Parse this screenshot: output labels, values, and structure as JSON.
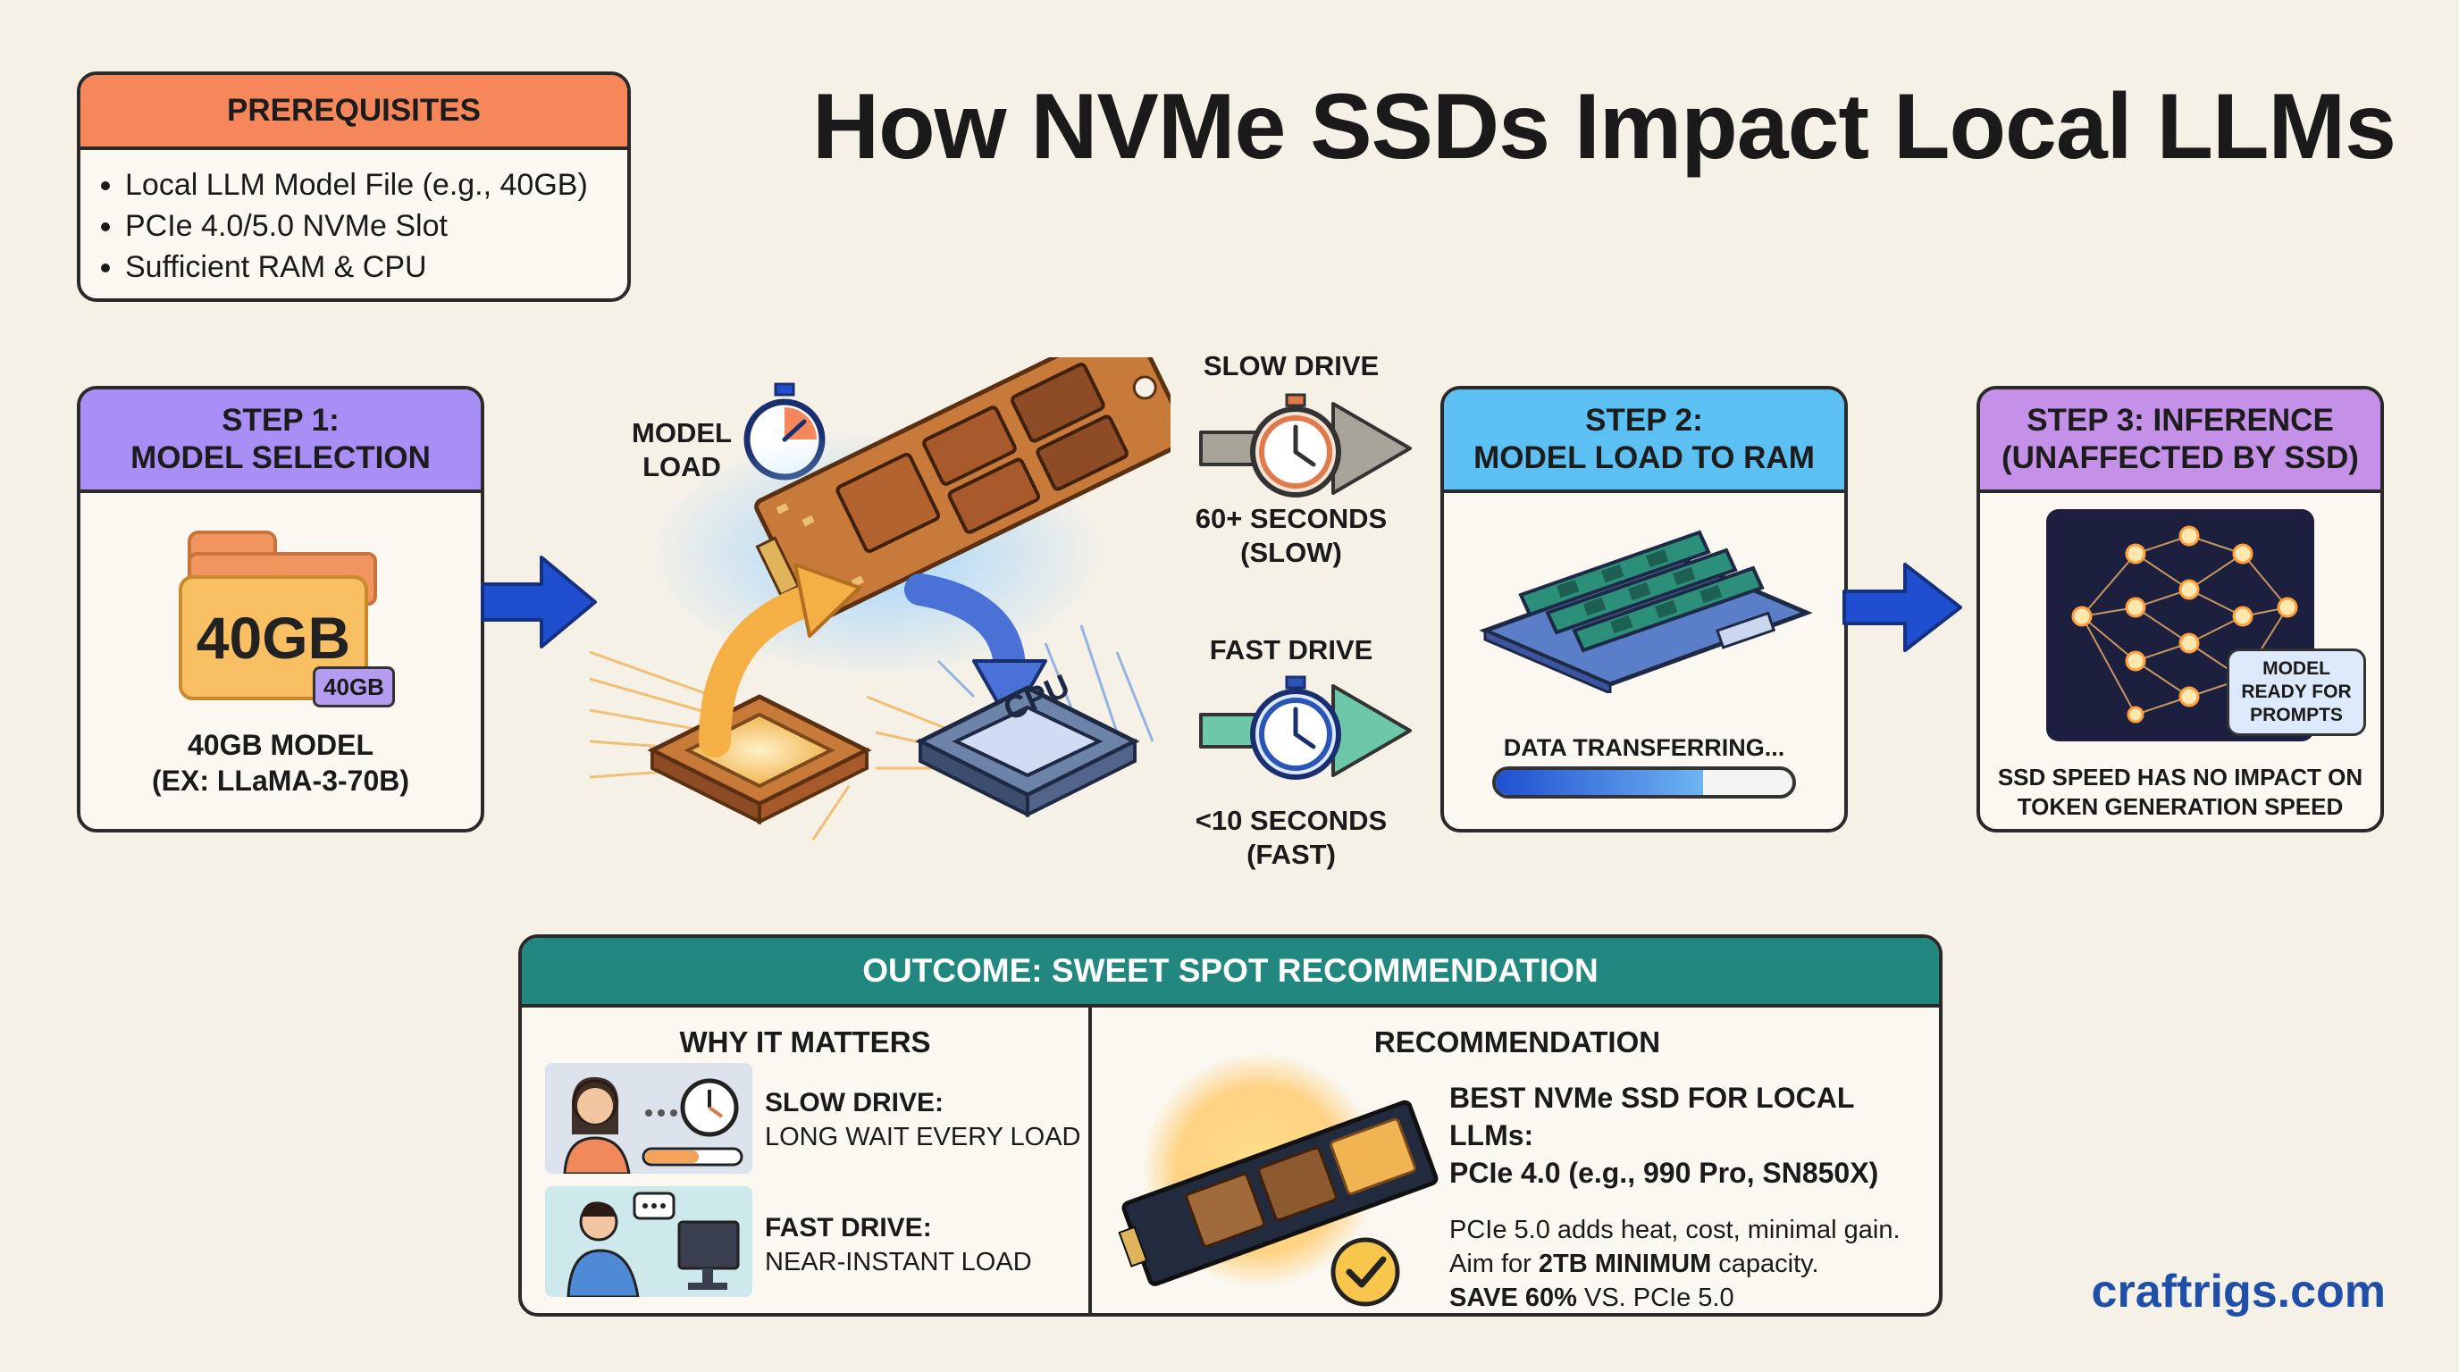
{
  "title": "How NVMe SSDs Impact Local LLMs",
  "prerequisites": {
    "header": "PREREQUISITES",
    "items": [
      "Local LLM Model File (e.g., 40GB)",
      "PCIe 4.0/5.0 NVMe Slot",
      "Sufficient RAM & CPU"
    ]
  },
  "step1": {
    "title_line1": "STEP 1:",
    "title_line2": "MODEL SELECTION",
    "folder_label": "40GB",
    "folder_badge": "40GB",
    "caption_line1": "40GB MODEL",
    "caption_line2": "(EX: LLaMA-3-70B)"
  },
  "model_load": {
    "line1": "MODEL",
    "line2": "LOAD",
    "cpu_label": "CPU"
  },
  "slow": {
    "label": "SLOW DRIVE",
    "time_line1": "60+ SECONDS",
    "time_line2": "(SLOW)"
  },
  "fast": {
    "label": "FAST DRIVE",
    "time_line1": "<10 SECONDS",
    "time_line2": "(FAST)"
  },
  "step2": {
    "title_line1": "STEP 2:",
    "title_line2": "MODEL LOAD TO RAM",
    "transfer_label": "DATA TRANSFERRING...",
    "progress": 0.7
  },
  "step3": {
    "title_line1": "STEP 3: INFERENCE",
    "title_line2": "(UNAFFECTED BY SSD)",
    "bubble_line1": "MODEL",
    "bubble_line2": "READY FOR",
    "bubble_line3": "PROMPTS",
    "caption_line1": "SSD SPEED HAS NO IMPACT ON",
    "caption_line2": "TOKEN GENERATION SPEED"
  },
  "outcome": {
    "header": "OUTCOME: SWEET SPOT RECOMMENDATION",
    "why_header": "WHY IT MATTERS",
    "slow_title": "SLOW DRIVE:",
    "slow_desc": "LONG WAIT EVERY LOAD",
    "fast_title": "FAST DRIVE:",
    "fast_desc": "NEAR-INSTANT LOAD",
    "rec_header": "RECOMMENDATION",
    "best_line1": "BEST NVMe SSD FOR LOCAL LLMs:",
    "best_line2": "PCIe 4.0 (e.g., 990 Pro, SN850X)",
    "note1": "PCIe 5.0 adds heat, cost, minimal gain.",
    "note2_pre": "Aim for ",
    "note2_bold": "2TB MINIMUM",
    "note2_post": " capacity.",
    "note3_bold": "SAVE 60%",
    "note3_post": " VS. PCIe 5.0"
  },
  "footer": {
    "brand": "craftrigs.com"
  },
  "colors": {
    "background": "#f6f1e7",
    "prereq_header": "#f6875a",
    "step1_header": "#a98ef5",
    "step2_header": "#5cc0f3",
    "step3_header": "#c591e8",
    "outcome_header": "#22887f",
    "arrow_blue": "#1f4fcf",
    "brand": "#1f4fa8"
  }
}
